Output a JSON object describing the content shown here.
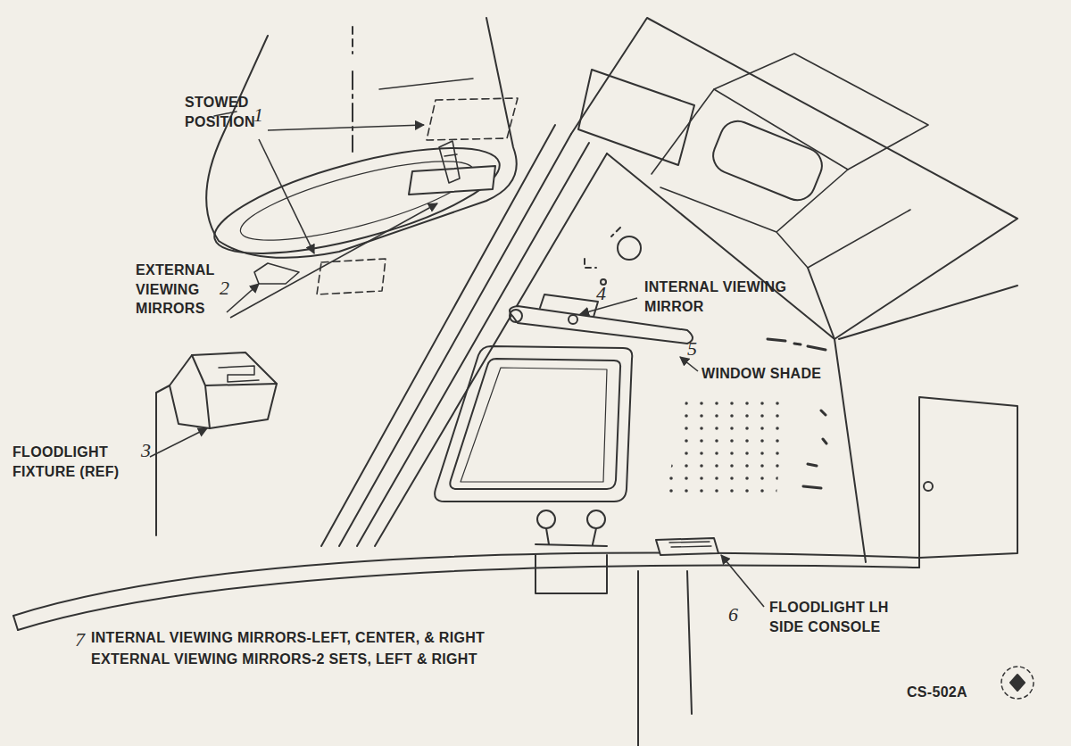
{
  "diagram": {
    "labels": [
      "STOWED POSITION",
      "1",
      "EXTERNAL VIEWING MIRRORS",
      "2",
      "FLOODLIGHT FIXTURE (REF)",
      "3",
      "4",
      "INTERNAL VIEWING MIRROR",
      "5",
      "WINDOW SHADE",
      "6",
      "FLOODLIGHT LH SIDE CONSOLE",
      "7",
      "INTERNAL VIEWING MIRRORS-LEFT, CENTER, & RIGHT",
      "EXTERNAL VIEWING MIRRORS-2 SETS, LEFT & RIGHT",
      "CS-502A"
    ]
  }
}
